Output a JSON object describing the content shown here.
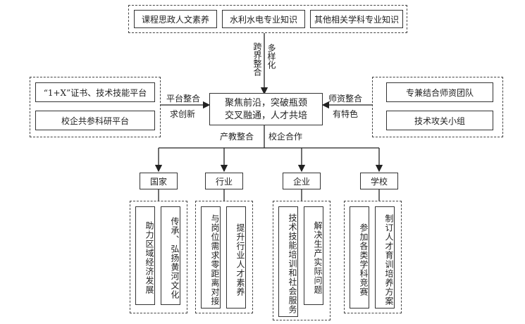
{
  "top_group": {
    "items": [
      "课程思政人文素养",
      "水利水电专业知识",
      "其他相关学科专业知识"
    ]
  },
  "top_connector_labels": [
    "跨界整合",
    "多样化"
  ],
  "left_group": {
    "items": [
      "“1+X”证书、技术技能平台",
      "校企共参科研平台"
    ],
    "connector_label": [
      "平台整合",
      "求创新"
    ]
  },
  "right_group": {
    "items": [
      "专兼结合师资团队",
      "技术攻关小组"
    ],
    "connector_label": [
      "师资整合",
      "有特色"
    ]
  },
  "center": {
    "line1": "聚焦前沿，突破瓶颈",
    "line2": "交叉融通，人才共培"
  },
  "bottom_connector_labels": [
    "产教整合",
    "校企合作"
  ],
  "branches": [
    {
      "label": "国家",
      "items": [
        "助力区域经济发展",
        "传承、弘扬黄河文化"
      ]
    },
    {
      "label": "行业",
      "items": [
        "与岗位需求零距离对接",
        "提升行业人才素养"
      ]
    },
    {
      "label": "企业",
      "items": [
        "技术技能培训和社会服务",
        "解决生产实际问题"
      ]
    },
    {
      "label": "学校",
      "items": [
        "参加各类学科竞赛",
        "制订人才育训培养方案"
      ]
    }
  ]
}
